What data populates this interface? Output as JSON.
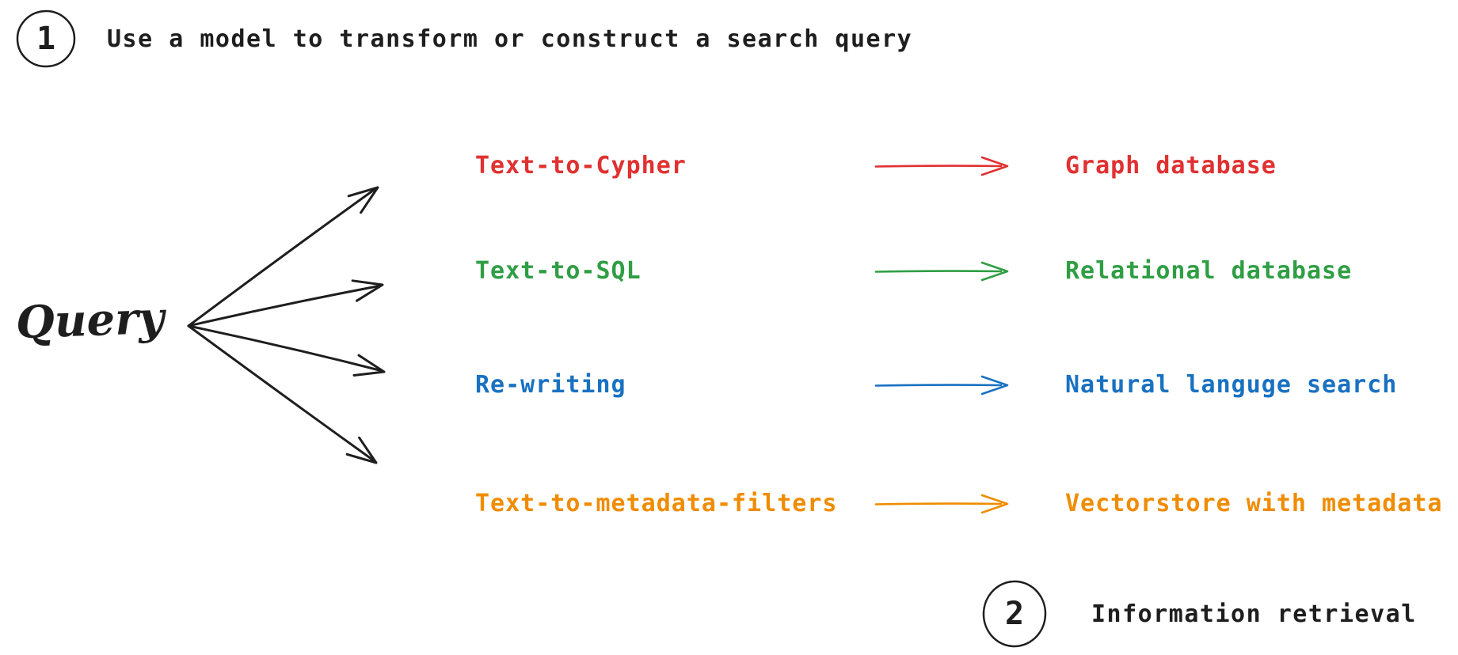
{
  "colors": {
    "ink": "#1e1e1e",
    "red": "#e03131",
    "green": "#2f9e44",
    "blue": "#1971c2",
    "orange": "#f08c00",
    "background": "#ffffff"
  },
  "steps": {
    "step1": {
      "number": "1",
      "label": "Use a model to transform or construct a search query"
    },
    "step2": {
      "number": "2",
      "label": "Information retrieval"
    }
  },
  "query": {
    "label": "Query"
  },
  "rows": [
    {
      "method": "Text-to-Cypher",
      "target": "Graph database",
      "color": "#e03131"
    },
    {
      "method": "Text-to-SQL",
      "target": "Relational database",
      "color": "#2f9e44"
    },
    {
      "method": "Re-writing",
      "target": "Natural languge search",
      "color": "#1971c2"
    },
    {
      "method": "Text-to-metadata-filters",
      "target": "Vectorstore with metadata",
      "color": "#f08c00"
    }
  ]
}
